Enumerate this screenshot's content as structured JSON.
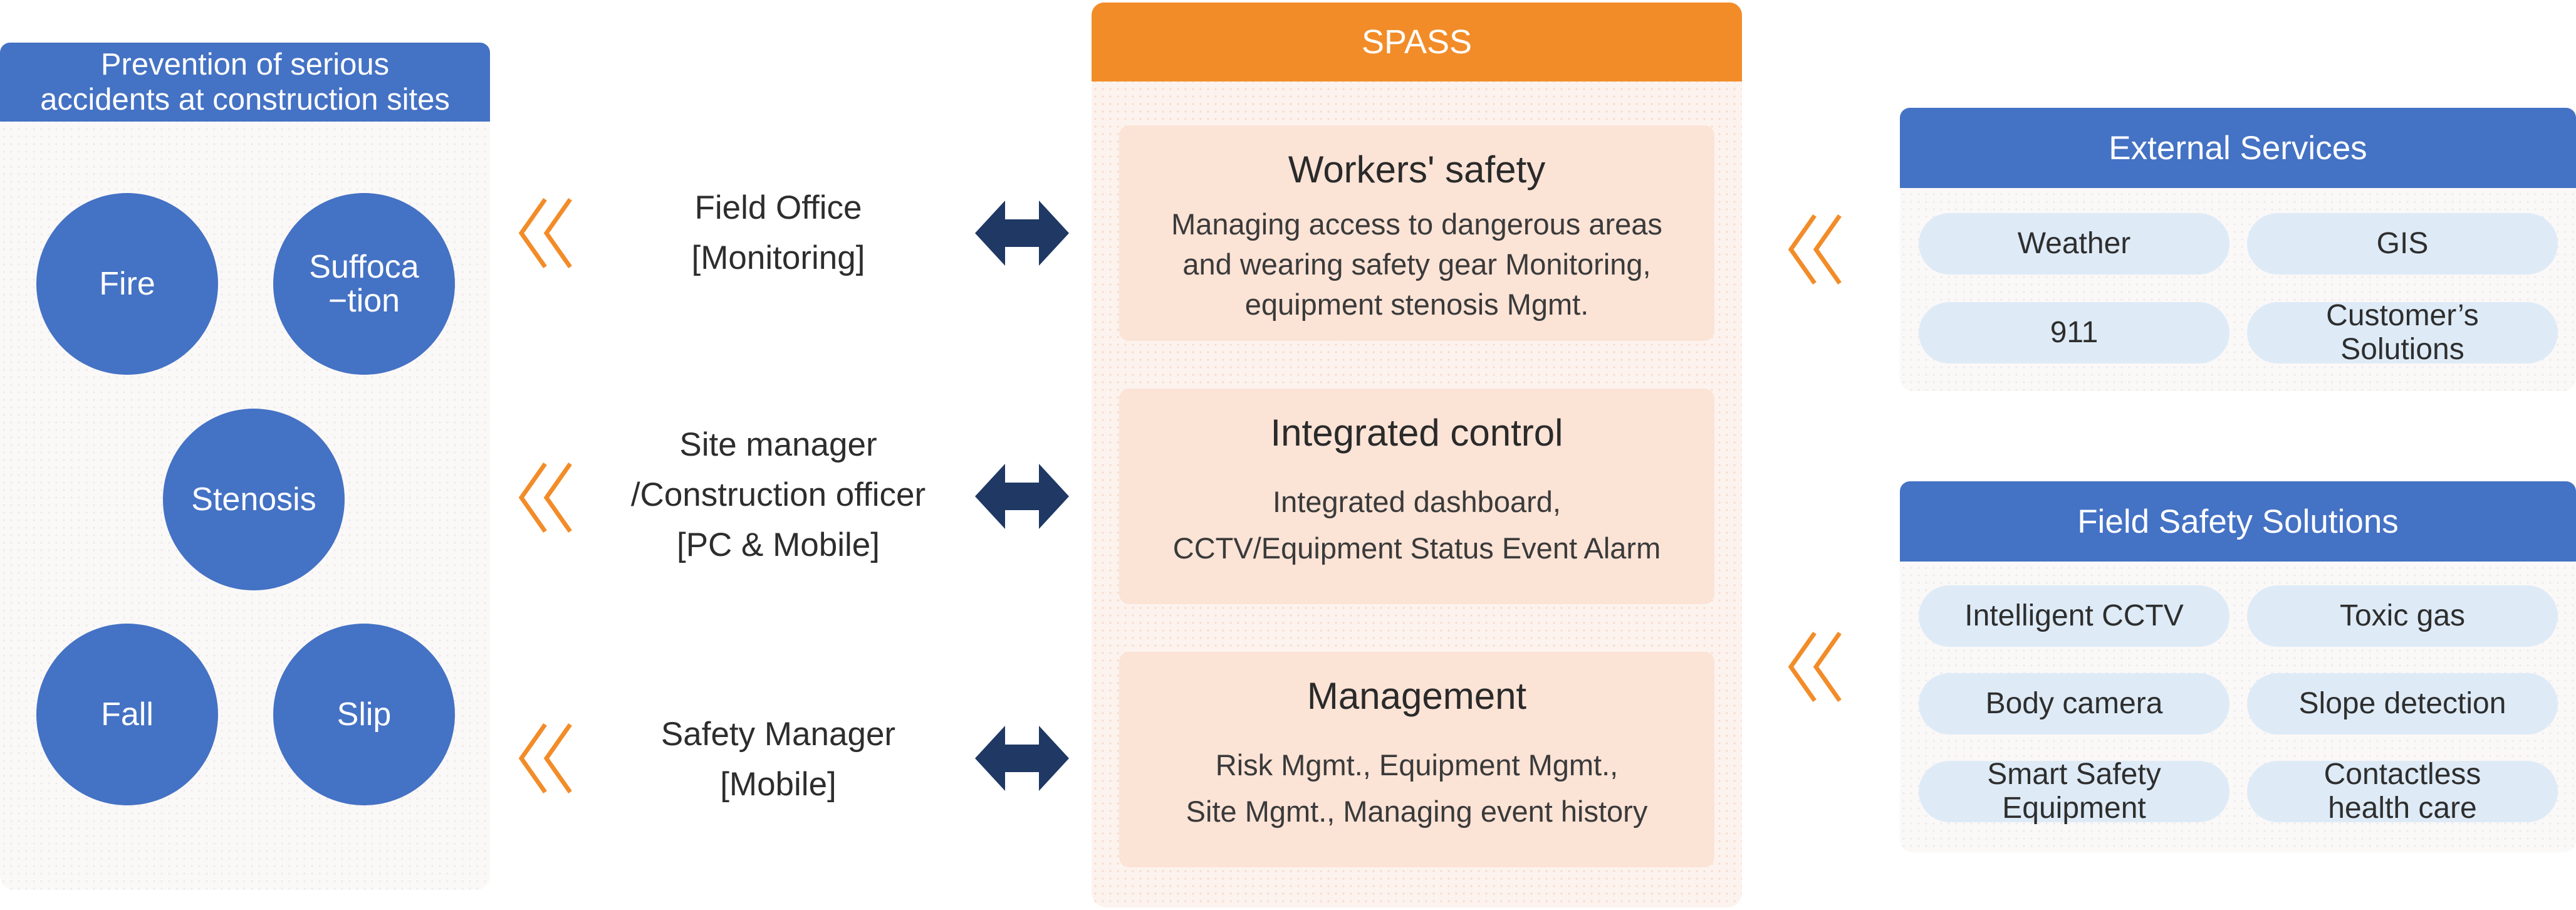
{
  "left": {
    "header_line1": "Prevention of serious",
    "header_line2": "accidents at construction sites",
    "circles": {
      "fire": "Fire",
      "suffocation_l1": "Suffoca",
      "suffocation_l2": "−tion",
      "stenosis": "Stenosis",
      "fall": "Fall",
      "slip": "Slip"
    }
  },
  "roles": {
    "field_office_l1": "Field Office",
    "field_office_l2": "[Monitoring]",
    "site_manager_l1": "Site manager",
    "site_manager_l2": "/Construction officer",
    "site_manager_l3": "[PC & Mobile]",
    "safety_manager_l1": "Safety Manager",
    "safety_manager_l2": "[Mobile]"
  },
  "spass": {
    "title": "SPASS",
    "modules": {
      "workers_safety": {
        "title": "Workers' safety",
        "desc_l1": "Managing access to dangerous areas",
        "desc_l2": "and wearing safety gear Monitoring,",
        "desc_l3": "equipment stenosis Mgmt."
      },
      "integrated_control": {
        "title": "Integrated control",
        "desc_l1": "Integrated dashboard,",
        "desc_l2": "CCTV/Equipment Status Event Alarm"
      },
      "management": {
        "title": "Management",
        "desc_l1": "Risk Mgmt., Equipment Mgmt.,",
        "desc_l2": "Site Mgmt., Managing event history"
      }
    }
  },
  "external": {
    "title": "External Services",
    "items": {
      "weather": "Weather",
      "gis": "GIS",
      "e911": "911",
      "customer_l1": "Customer’s",
      "customer_l2": "Solutions"
    }
  },
  "field_safety": {
    "title": "Field Safety Solutions",
    "items": {
      "cctv": "Intelligent CCTV",
      "toxic": "Toxic gas",
      "body_cam": "Body camera",
      "slope": "Slope detection",
      "smart_l1": "Smart Safety",
      "smart_l2": "Equipment",
      "contactless_l1": "Contactless",
      "contactless_l2": "health care"
    }
  },
  "colors": {
    "blue": "#4472c4",
    "orange": "#f28c28",
    "navy": "#1f3864",
    "light_blue": "#deebf7",
    "peach": "#fbe3d6"
  },
  "icons": {
    "chevron": "double-chevron-left-icon",
    "arrow": "double-headed-arrow-icon"
  }
}
